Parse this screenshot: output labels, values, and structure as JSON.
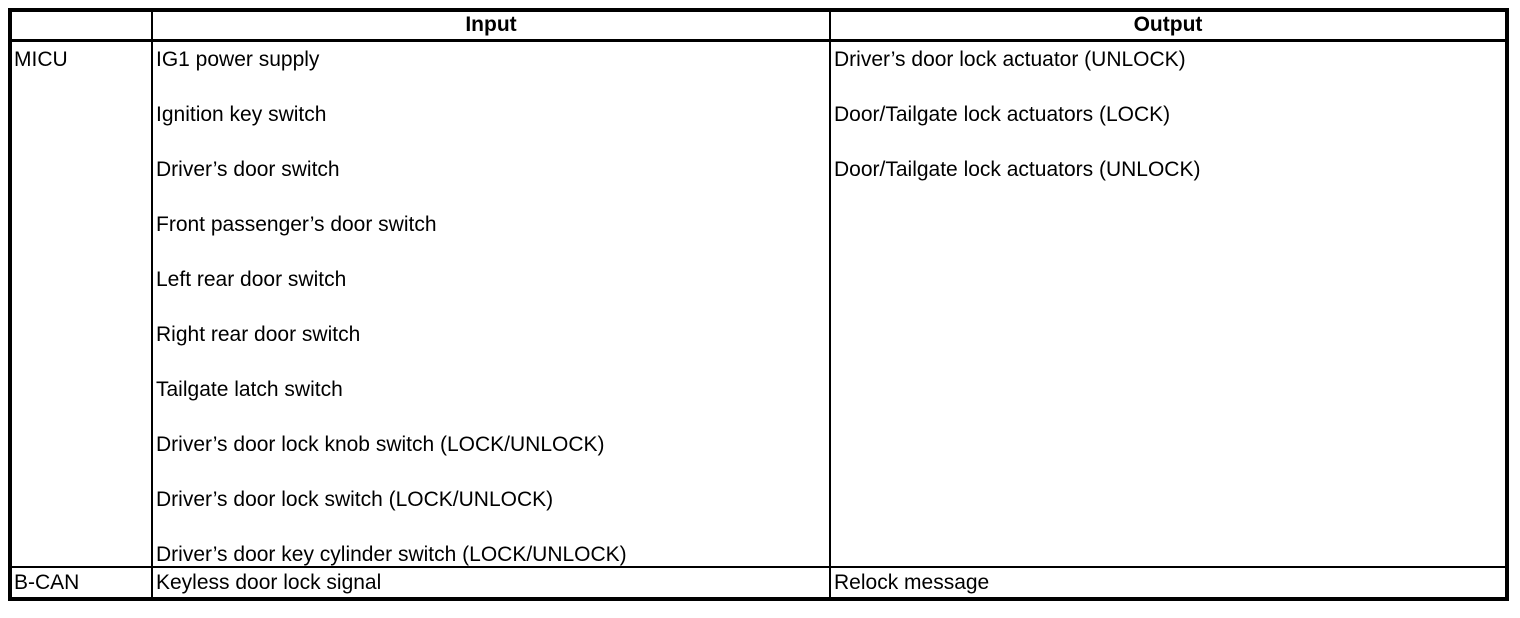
{
  "table": {
    "headers": {
      "corner": "",
      "input": "Input",
      "output": "Output"
    },
    "rows": [
      {
        "source": "MICU",
        "inputs": [
          "IG1 power supply",
          "Ignition key switch",
          "Driver’s door switch",
          "Front passenger’s door switch",
          "Left rear door switch",
          "Right rear door switch",
          "Tailgate latch switch",
          "Driver’s door lock knob switch (LOCK/UNLOCK)",
          "Driver’s door lock switch (LOCK/UNLOCK)",
          "Driver’s door key cylinder switch (LOCK/UNLOCK)"
        ],
        "outputs": [
          "Driver’s door lock actuator (UNLOCK)",
          "Door/Tailgate lock actuators (LOCK)",
          "Door/Tailgate lock actuators (UNLOCK)"
        ]
      },
      {
        "source": "B-CAN",
        "inputs": [
          "Keyless door lock signal"
        ],
        "outputs": [
          "Relock message"
        ]
      }
    ],
    "colors": {
      "border": "#000000",
      "text": "#000000",
      "background": "#ffffff"
    }
  }
}
